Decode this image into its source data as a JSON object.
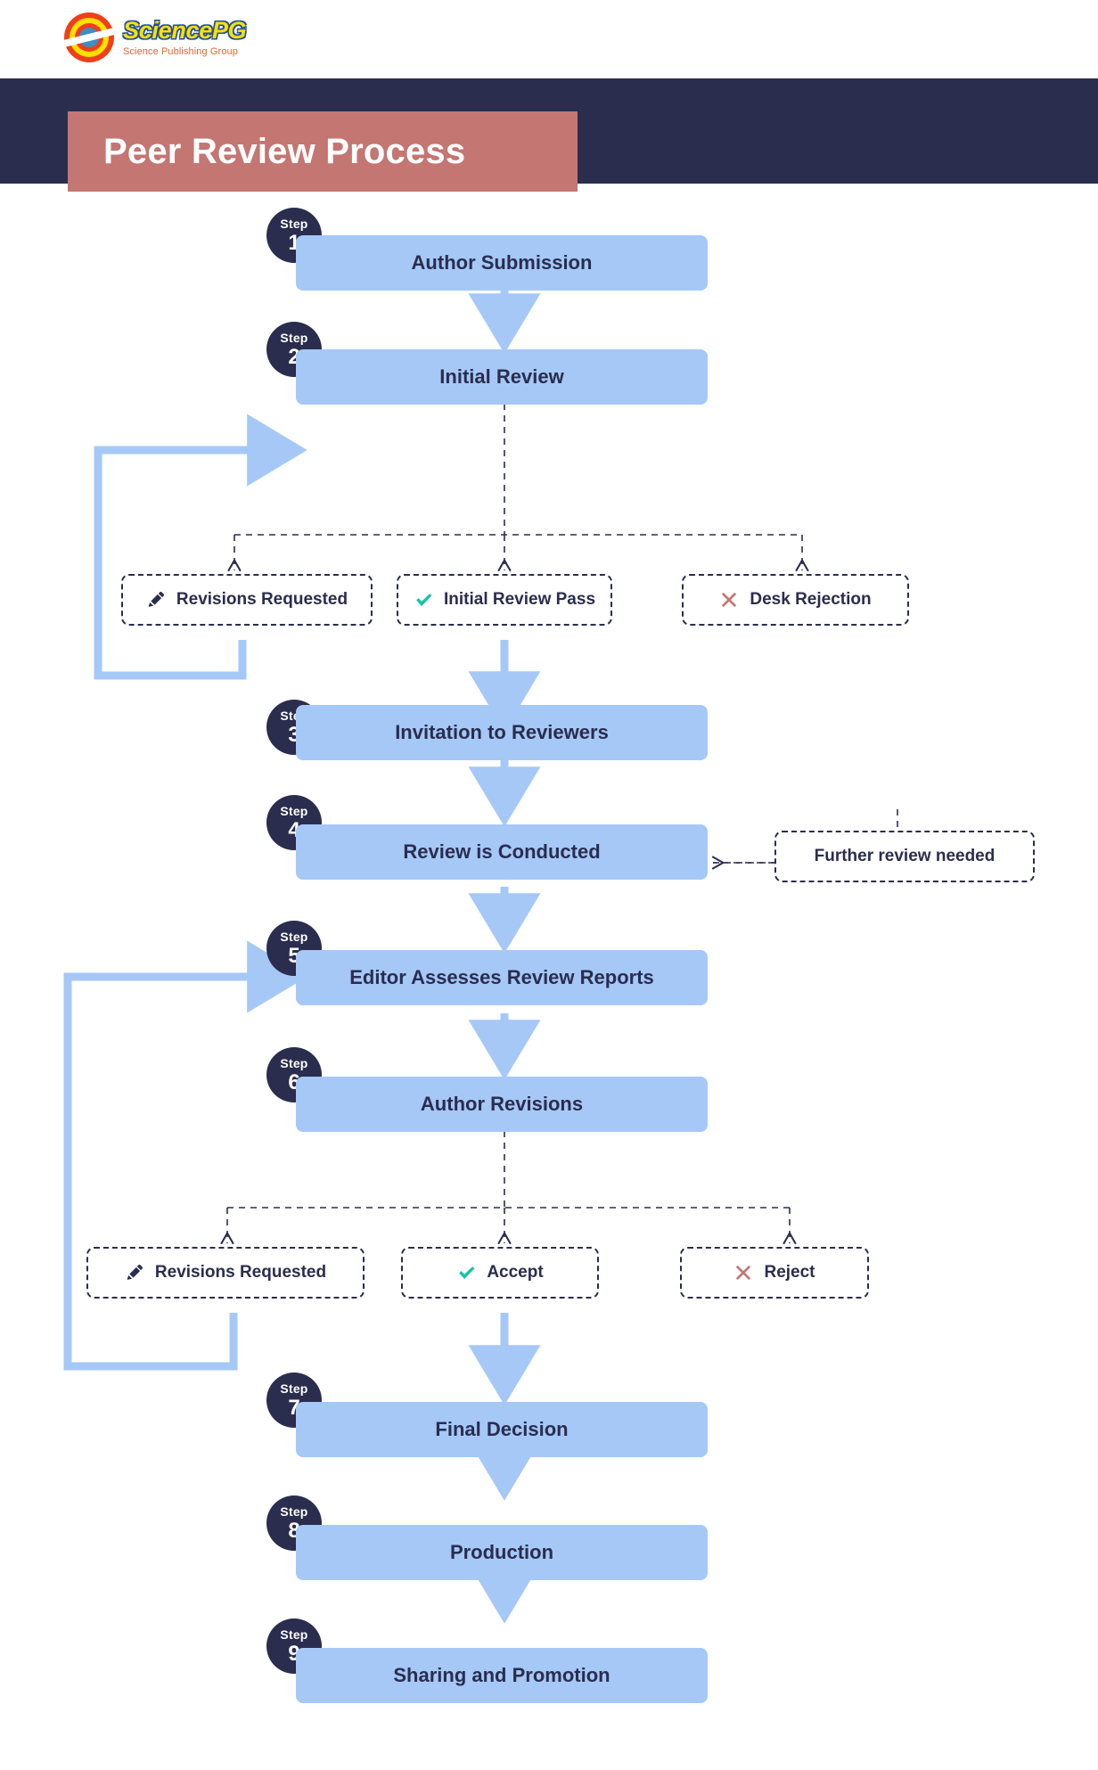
{
  "brand": {
    "name": "SciencePG",
    "tagline": "Science Publishing Group",
    "logo_icon": "sciencepg-logo-icon",
    "colors": {
      "logo_yellow": "#ffe000",
      "logo_red": "#ef3e1b",
      "logo_blue": "#3a8fc6"
    }
  },
  "header": {
    "title": "Peer Review Process",
    "band_color": "#2a2d4e",
    "title_box_color": "#c47672"
  },
  "theme": {
    "step_box": "#a5c8f7",
    "badge": "#2a2d4e",
    "text": "#2a2d4e",
    "arrow": "#a5c8f7",
    "dashed": "#2a2d4e",
    "check_green": "#17c3a8",
    "cross_red": "#c47672"
  },
  "flow": {
    "badge_word": "Step",
    "steps": [
      {
        "number": "1",
        "label": "Author Submission"
      },
      {
        "number": "2",
        "label": "Initial Review"
      },
      {
        "number": "3",
        "label": "Invitation to Reviewers"
      },
      {
        "number": "4",
        "label": "Review is Conducted"
      },
      {
        "number": "5",
        "label": "Editor Assesses Review Reports"
      },
      {
        "number": "6",
        "label": "Author Revisions"
      },
      {
        "number": "7",
        "label": "Final Decision"
      },
      {
        "number": "8",
        "label": "Production"
      },
      {
        "number": "9",
        "label": "Sharing and Promotion"
      }
    ],
    "branch_one": [
      {
        "label": "Revisions Requested",
        "icon": "pencil-icon"
      },
      {
        "label": "Initial Review Pass",
        "icon": "check-icon"
      },
      {
        "label": "Desk Rejection",
        "icon": "cross-icon"
      }
    ],
    "branch_two": [
      {
        "label": "Revisions Requested",
        "icon": "pencil-icon"
      },
      {
        "label": "Accept",
        "icon": "check-icon"
      },
      {
        "label": "Reject",
        "icon": "cross-icon"
      }
    ],
    "side_note": {
      "label": "Further review needed"
    }
  }
}
